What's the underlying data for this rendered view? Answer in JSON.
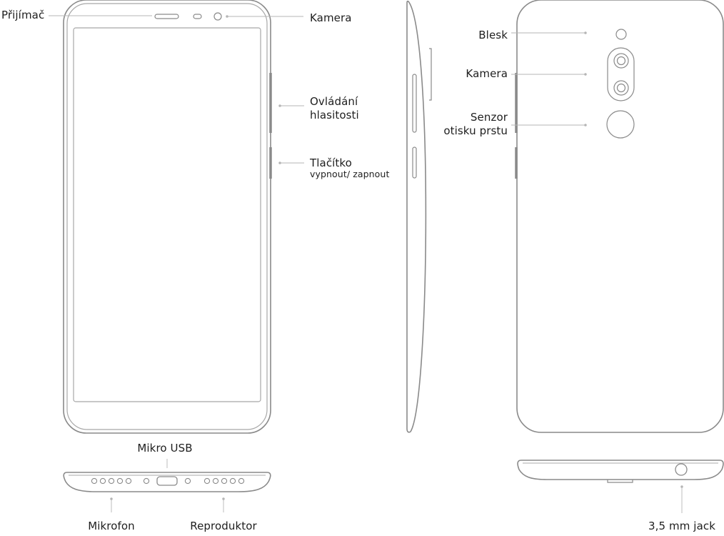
{
  "labels": {
    "receiver": "Přijímač",
    "front_camera": "Kamera",
    "volume_line1": "Ovládání",
    "volume_line2": "hlasitosti",
    "power_line1": "Tlačítko",
    "power_line2": "vypnout/ zapnout",
    "flash": "Blesk",
    "rear_camera": "Kamera",
    "fingerprint_line1": "Senzor",
    "fingerprint_line2": "otisku prstu",
    "micro_usb": "Mikro USB",
    "microphone": "Mikrofon",
    "speaker": "Reproduktor",
    "audio_jack": "3,5 mm jack"
  },
  "colors": {
    "outline": "#8a8a8a",
    "inner_outline": "#a8a8a8",
    "leader": "#b5b5b5",
    "text": "#1e1e1e"
  }
}
